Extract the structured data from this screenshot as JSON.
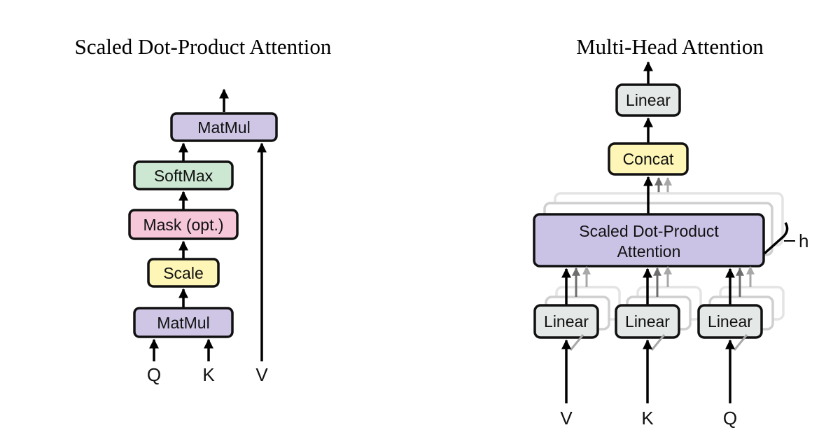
{
  "colors": {
    "matmul": "#cfc6e6",
    "softmax": "#cde8d2",
    "mask": "#f6c7d9",
    "scale": "#fdf6b7",
    "linear": "#e4e8e6",
    "concat": "#fdf6b7",
    "sdpa": "#cbc3e6"
  },
  "left": {
    "title": "Scaled Dot-Product Attention",
    "matmul_top": "MatMul",
    "softmax": "SoftMax",
    "mask": "Mask (opt.)",
    "scale": "Scale",
    "matmul_bottom": "MatMul",
    "inputs": {
      "q": "Q",
      "k": "K",
      "v": "V"
    }
  },
  "right": {
    "title": "Multi-Head Attention",
    "linear_out": "Linear",
    "concat": "Concat",
    "sdpa_line1": "Scaled Dot-Product",
    "sdpa_line2": "Attention",
    "heads_label": "h",
    "linear_v": "Linear",
    "linear_k": "Linear",
    "linear_q": "Linear",
    "inputs": {
      "v": "V",
      "k": "K",
      "q": "Q"
    }
  }
}
